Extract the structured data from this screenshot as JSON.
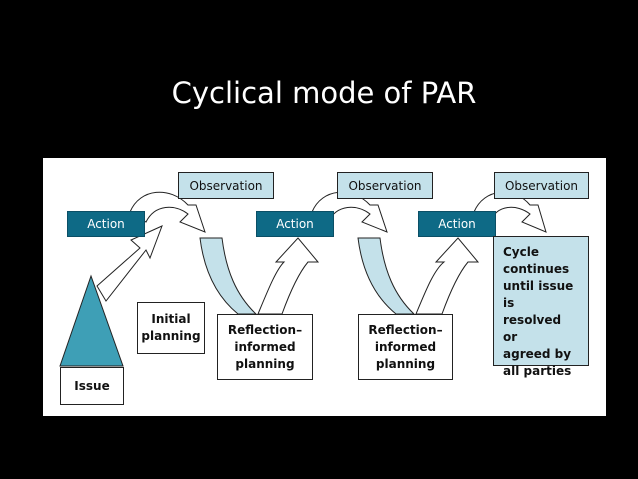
{
  "slide": {
    "title": "Cyclical mode of PAR"
  },
  "diagram": {
    "actions": [
      "Action",
      "Action",
      "Action"
    ],
    "observations": [
      "Observation",
      "Observation",
      "Observation"
    ],
    "issue": "Issue",
    "initial_planning": [
      "Initial",
      "planning"
    ],
    "reflection": [
      [
        "Reflection–",
        "informed",
        "planning"
      ],
      [
        "Reflection–",
        "informed",
        "planning"
      ]
    ],
    "cycle_note": [
      "Cycle",
      "continues",
      "until issue is",
      "resolved or",
      "agreed by",
      "all parties"
    ]
  },
  "colors": {
    "action": "#0e6a86",
    "light": "#c4e1ea",
    "outline": "#222222"
  }
}
